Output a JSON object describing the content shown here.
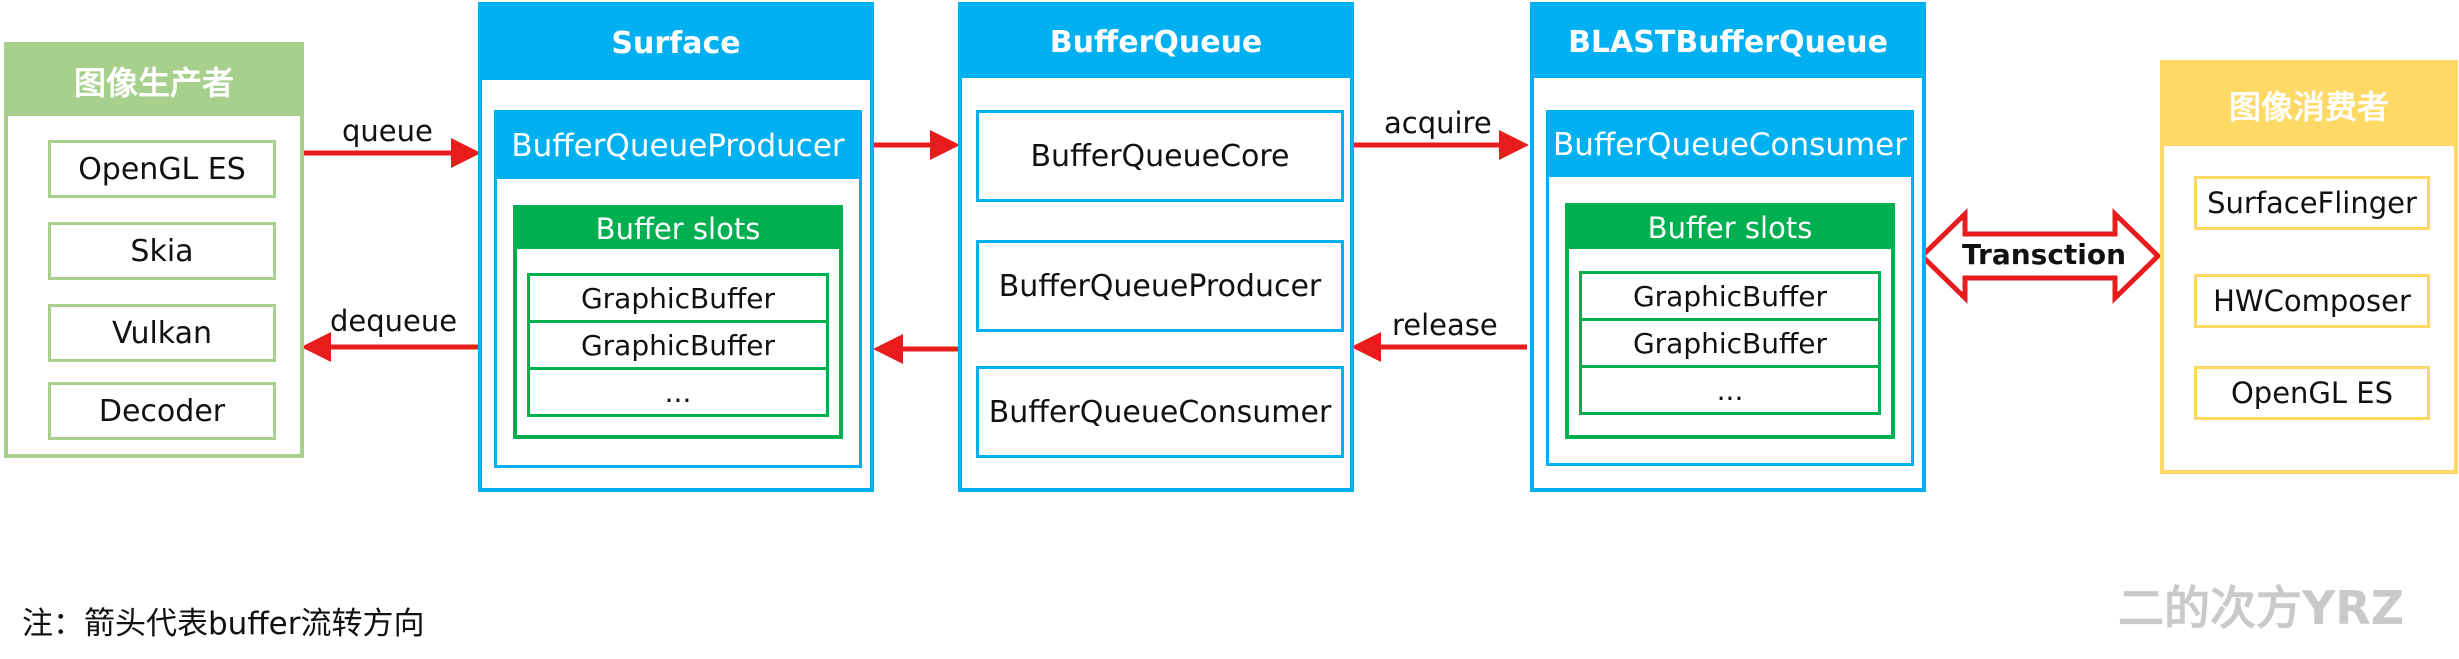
{
  "producer": {
    "title": "图像生产者",
    "items": [
      "OpenGL ES",
      "Skia",
      "Vulkan",
      "Decoder"
    ]
  },
  "surface": {
    "title": "Surface",
    "sub_title": "BufferQueueProducer",
    "slots": {
      "title": "Buffer slots",
      "rows": [
        "GraphicBuffer",
        "GraphicBuffer",
        "..."
      ]
    }
  },
  "buffer_queue": {
    "title": "BufferQueue",
    "items": [
      "BufferQueueCore",
      "BufferQueueProducer",
      "BufferQueueConsumer"
    ]
  },
  "blast": {
    "title": "BLASTBufferQueue",
    "sub_title": "BufferQueueConsumer",
    "slots": {
      "title": "Buffer slots",
      "rows": [
        "GraphicBuffer",
        "GraphicBuffer",
        "..."
      ]
    }
  },
  "consumer": {
    "title": "图像消费者",
    "items": [
      "SurfaceFlinger",
      "HWComposer",
      "OpenGL ES"
    ]
  },
  "arrows": {
    "queue": "queue",
    "dequeue": "dequeue",
    "acquire": "acquire",
    "release": "release",
    "transaction": "Transction"
  },
  "note": "注：箭头代表buffer流转方向",
  "watermark": "二的次方YRZ",
  "colors": {
    "producer": "#a8d08d",
    "blue": "#00b0f0",
    "slots": "#00b050",
    "consumer": "#ffd966",
    "arrow": "#e81c1c"
  }
}
